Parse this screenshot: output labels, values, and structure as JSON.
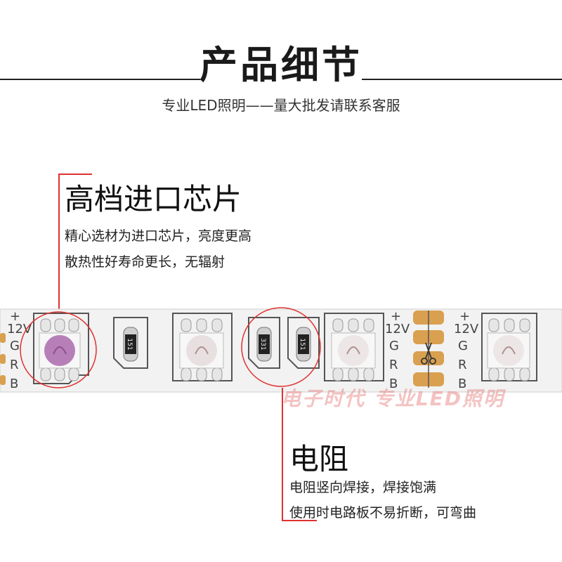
{
  "header": {
    "title": "产品细节",
    "subtitle": "专业LED照明——量大批发请联系客服"
  },
  "callouts": [
    {
      "title": "高档进口芯片",
      "lines": [
        "精心选材为进口芯片，亮度更高",
        "散热性好寿命更长，无辐射"
      ]
    },
    {
      "title": "电阻",
      "lines": [
        "电阻竖向焊接，焊接饱满",
        "使用时电路板不易折断，可弯曲"
      ]
    }
  ],
  "strip": {
    "pad_labels": [
      "+",
      "12V",
      "G",
      "R",
      "B"
    ],
    "resistor_codes": [
      "151",
      "331",
      "151"
    ],
    "watermark": "电子时代  专业LED照明"
  },
  "colors": {
    "accent_red": "#e03030",
    "strip_bg": "#f2f2f2",
    "copper": "#d9a050",
    "led_chip": "#b77fb8"
  }
}
